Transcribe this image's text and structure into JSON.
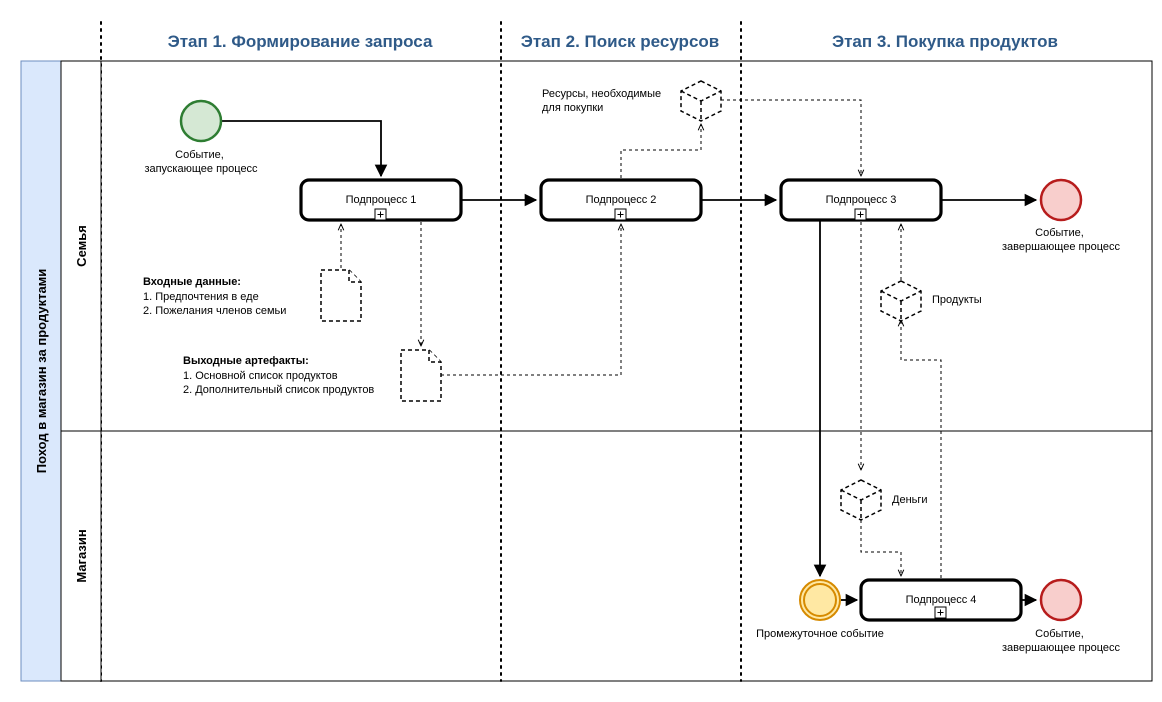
{
  "pool": {
    "label": "Поход в магазин за продуктами"
  },
  "lanes": [
    {
      "id": "family",
      "label": "Семья"
    },
    {
      "id": "shop",
      "label": "Магазин"
    }
  ],
  "stages": [
    {
      "label": "Этап 1. Формирование запроса"
    },
    {
      "label": "Этап 2. Поиск ресурсов"
    },
    {
      "label": "Этап 3. Покупка продуктов"
    }
  ],
  "events": {
    "start": {
      "label_lines": [
        "Событие,",
        "запускающее процесс"
      ],
      "color": "#d5e8d4",
      "stroke": "#2e7d32"
    },
    "end_family": {
      "label_lines": [
        "Событие,",
        "завершающее процесс"
      ],
      "color": "#f8cecc",
      "stroke": "#b71c1c"
    },
    "intermediate": {
      "label_lines": [
        "Промежуточное событие"
      ],
      "color": "#ffe8a3",
      "stroke": "#d68a00"
    },
    "end_shop": {
      "label_lines": [
        "Событие,",
        "завершающее процесс"
      ],
      "color": "#f8cecc",
      "stroke": "#b71c1c"
    }
  },
  "tasks": {
    "p1": {
      "label": "Подпроцесс 1"
    },
    "p2": {
      "label": "Подпроцесс 2"
    },
    "p3": {
      "label": "Подпроцесс 3"
    },
    "p4": {
      "label": "Подпроцесс 4"
    }
  },
  "artifacts": {
    "input": {
      "title": "Входные данные:",
      "lines": [
        "1. Предпочтения в еде",
        "2. Пожелания членов семьи"
      ]
    },
    "output": {
      "title": "Выходные артефакты:",
      "lines": [
        "1. Основной список продуктов",
        "2. Дополнительный список продуктов"
      ]
    },
    "resources": {
      "lines": [
        "Ресурсы, необходимые",
        "для покупки"
      ]
    },
    "products": {
      "label": "Продукты"
    },
    "money": {
      "label": "Деньги"
    }
  },
  "colors": {
    "pool_header": "#dae8fc",
    "pool_header_stroke": "#6c8ebf",
    "stage_text": "#2f5a88"
  }
}
